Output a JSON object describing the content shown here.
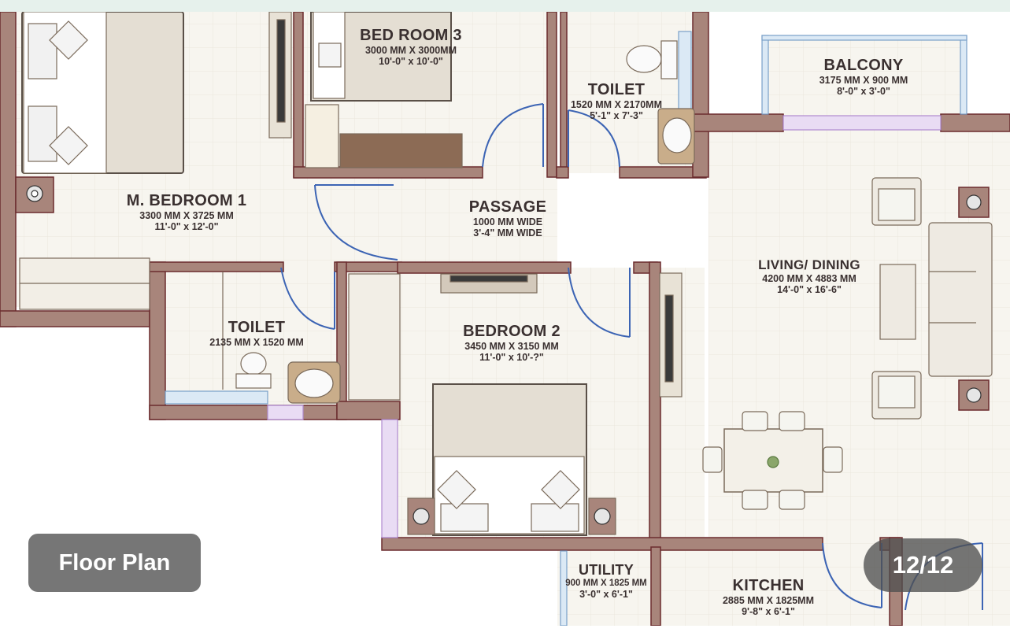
{
  "rooms": {
    "bedroom3": {
      "name": "BED ROOM 3",
      "dim1": "3000 MM X 3000MM",
      "dim2": "10'-0\" x 10'-0\""
    },
    "toilet_top": {
      "name": "TOILET",
      "dim1": "1520 MM X 2170MM",
      "dim2": "5'-1\" x 7'-3\""
    },
    "balcony": {
      "name": "BALCONY",
      "dim1": "3175 MM X 900 MM",
      "dim2": "8'-0\" x 3'-0\""
    },
    "master_bedroom": {
      "name": "M. BEDROOM 1",
      "dim1": "3300 MM X 3725 MM",
      "dim2": "11'-0\" x 12'-0\""
    },
    "passage": {
      "name": "PASSAGE",
      "dim1": "1000 MM WIDE",
      "dim2": "3'-4\" MM WIDE"
    },
    "living_dining": {
      "name": "LIVING/ DINING",
      "dim1": "4200 MM X 4883 MM",
      "dim2": "14'-0\" x 16'-6\""
    },
    "toilet_left": {
      "name": "TOILET",
      "dim1": "2135 MM X 1520 MM"
    },
    "bedroom2": {
      "name": "BEDROOM 2",
      "dim1": "3450 MM X 3150 MM",
      "dim2": "11'-0\" x 10'-?\""
    },
    "utility": {
      "name": "UTILITY",
      "dim1": "900 MM X 1825 MM",
      "dim2": "3'-0\" x 6'-1\""
    },
    "kitchen": {
      "name": "KITCHEN",
      "dim1": "2885 MM X 1825MM",
      "dim2": "9'-8\" x 6'-1\""
    }
  },
  "caption": {
    "label": "Floor Plan"
  },
  "gallery": {
    "counter": "12/12"
  },
  "colors": {
    "wall_fill": "#a8857b",
    "wall_edge": "#6b2c2e",
    "floor": "#f7f5ef",
    "door": "#3c64b4",
    "window": "#cbb0e6"
  }
}
